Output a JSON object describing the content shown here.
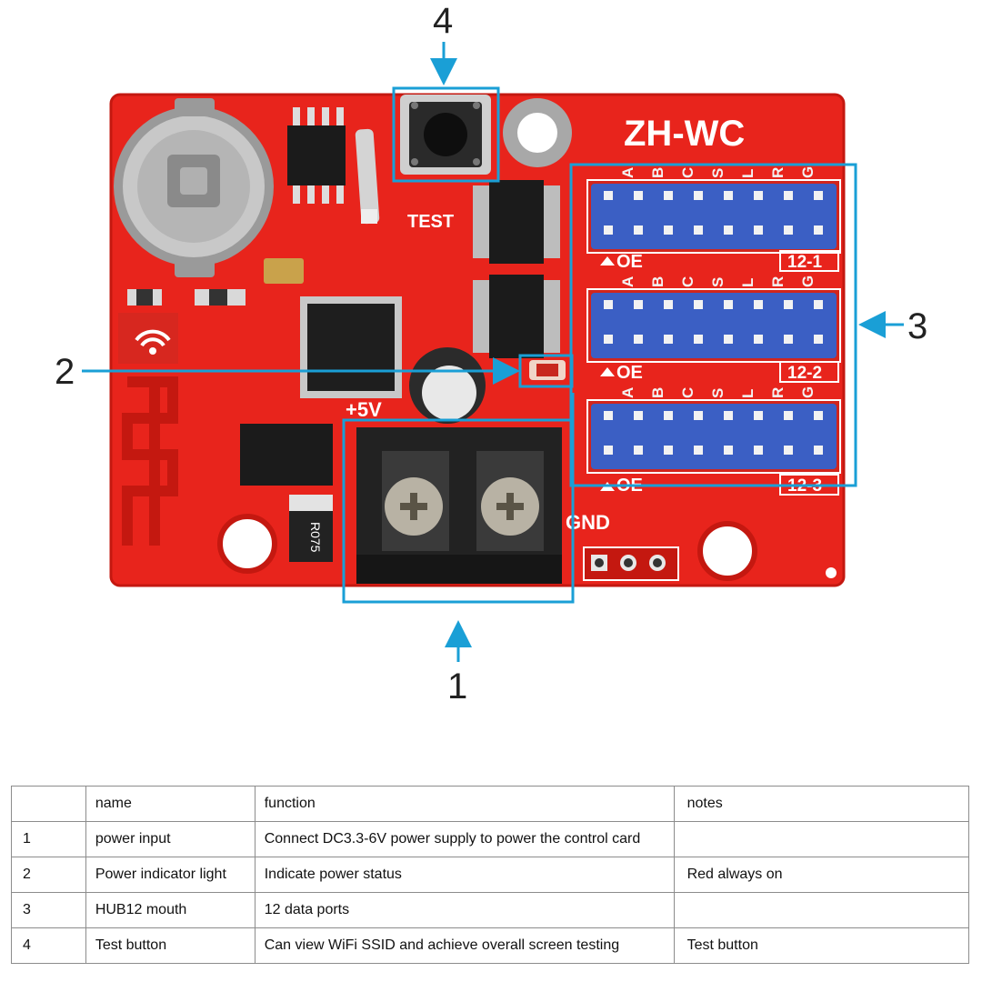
{
  "board": {
    "model": "ZH-WC",
    "test_label": "TEST",
    "plus5v_label": "+5V",
    "gnd_label": "GND",
    "resistor_marking": "R075",
    "port_pin_letters": [
      "A",
      "B",
      "C",
      "S",
      "L",
      "R",
      "G"
    ],
    "port_oe_label": "OE",
    "ports": [
      "12-1",
      "12-2",
      "12-3"
    ]
  },
  "callouts": {
    "c1": "1",
    "c2": "2",
    "c3": "3",
    "c4": "4",
    "color": "#1a9fd6"
  },
  "colors": {
    "pcb_red": "#e8241c",
    "connector_blue": "#3b5fc4",
    "terminal_black": "#222222"
  },
  "table": {
    "header": [
      "",
      "name",
      "function",
      "notes"
    ],
    "rows": [
      [
        "1",
        "power input",
        "Connect DC3.3-6V power supply to power the control card",
        ""
      ],
      [
        "2",
        "Power indicator light",
        "Indicate power status",
        "Red always on"
      ],
      [
        "3",
        "HUB12 mouth",
        "12 data ports",
        ""
      ],
      [
        "4",
        "Test button",
        "Can view WiFi SSID and achieve overall screen testing",
        "Test button"
      ]
    ]
  }
}
